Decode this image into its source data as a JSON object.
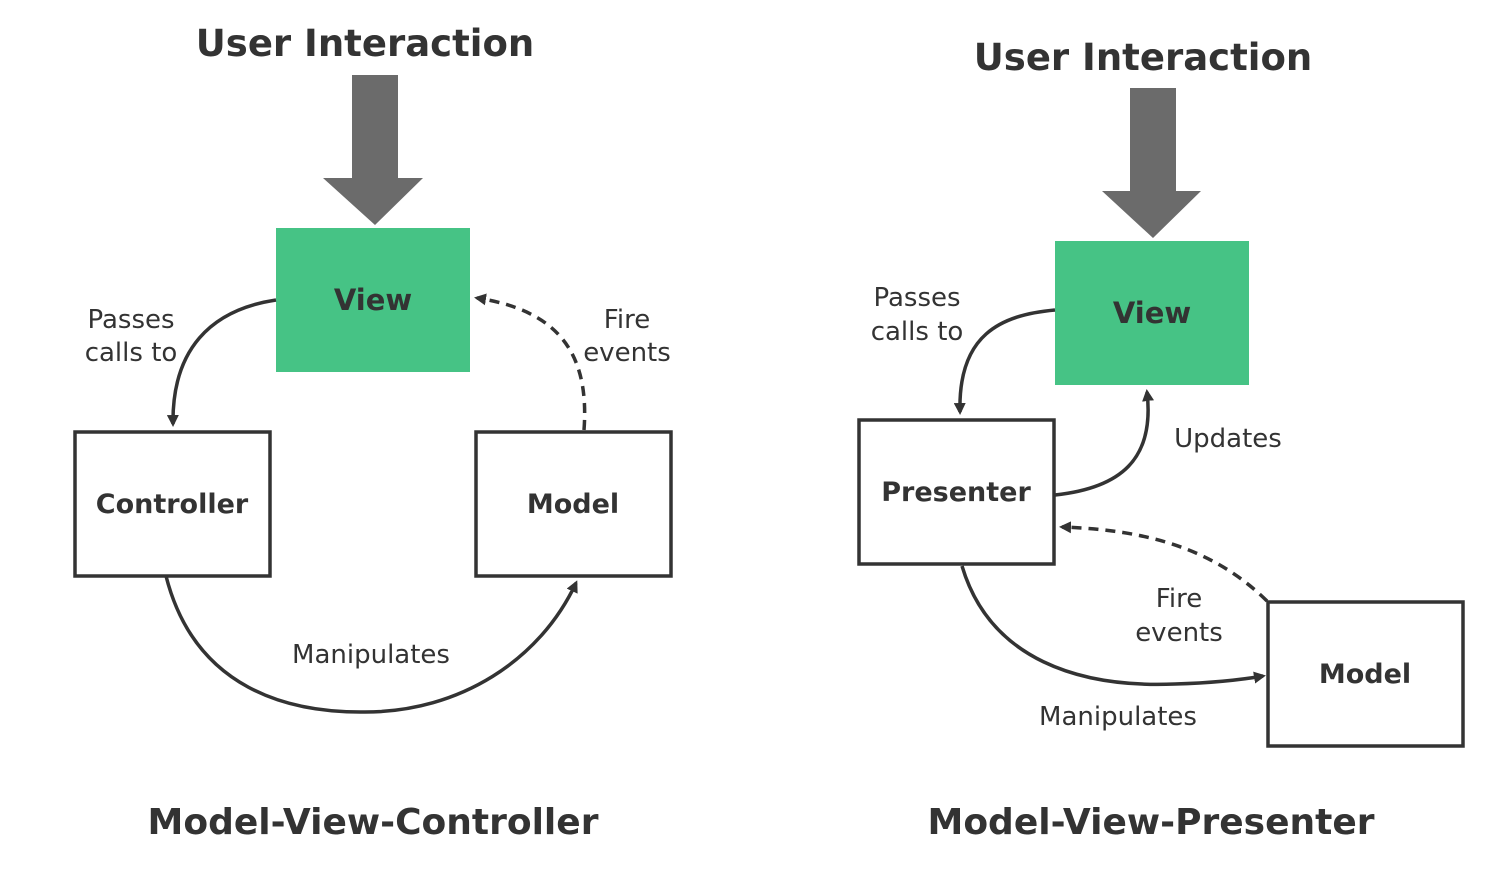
{
  "colors": {
    "view_fill": "#46c385",
    "box_stroke": "#333333",
    "big_arrow": "#6b6b6b",
    "text": "#333333"
  },
  "mvc": {
    "heading": "User Interaction",
    "view_label": "View",
    "controller_label": "Controller",
    "model_label": "Model",
    "passes_line1": "Passes",
    "passes_line2": "calls to",
    "fire_line1": "Fire",
    "fire_line2": "events",
    "manipulates": "Manipulates",
    "title": "Model-View-Controller"
  },
  "mvp": {
    "heading": "User Interaction",
    "view_label": "View",
    "presenter_label": "Presenter",
    "model_label": "Model",
    "passes_line1": "Passes",
    "passes_line2": "calls to",
    "updates": "Updates",
    "fire_line1": "Fire",
    "fire_line2": "events",
    "manipulates": "Manipulates",
    "title": "Model-View-Presenter"
  }
}
